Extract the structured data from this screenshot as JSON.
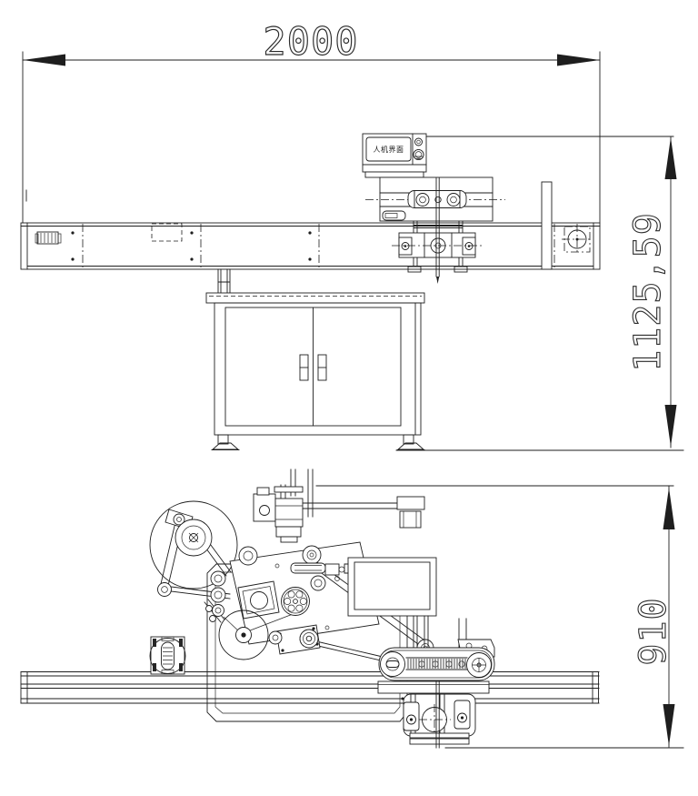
{
  "drawing": {
    "background": "#ffffff",
    "line_color": "#1e1e1e",
    "side_view": {
      "width_dim": "2000",
      "height_dim": "1125,59",
      "hmi_label": "人机界面"
    },
    "plan_view": {
      "depth_dim": "910"
    }
  }
}
